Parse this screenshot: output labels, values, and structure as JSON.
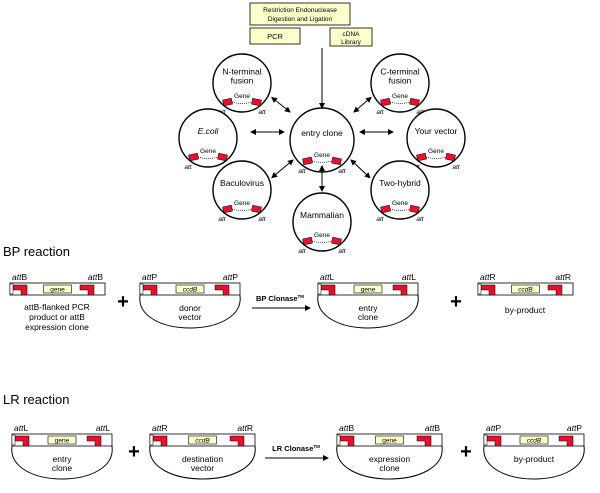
{
  "top": {
    "methods": [
      "Restriction Endonuclease",
      "Digestion and Ligation"
    ],
    "pcr": "PCR",
    "cdna": [
      "cDNA",
      "Library"
    ]
  },
  "hub": {
    "center": "entry clone",
    "gene": "Gene",
    "att": "att",
    "vectors": [
      [
        "N-terminal",
        "fusion"
      ],
      [
        "C-terminal",
        "fusion"
      ],
      [
        "E.coli"
      ],
      [
        "Your vector"
      ],
      [
        "Baculovirus"
      ],
      [
        "Two-hybrid"
      ],
      [
        "Mammalian"
      ]
    ]
  },
  "bp": {
    "heading": "BP reaction",
    "attB": "attB",
    "attB_sub": "B",
    "attP_sub": "P",
    "attL_sub": "L",
    "attR_sub": "R",
    "att_prefix": "att",
    "gene": "gene",
    "ccdb": "ccdB",
    "pcr_caption": [
      "attB-flanked PCR",
      "product or attB",
      "expression clone"
    ],
    "donor": [
      "donor",
      "vector"
    ],
    "clonase": "BP Clonase",
    "tm": "TM",
    "entry": [
      "entry",
      "clone"
    ],
    "byproduct": "by-product",
    "plus": "+"
  },
  "lr": {
    "heading": "LR reaction",
    "entry": [
      "entry",
      "clone"
    ],
    "dest": [
      "destination",
      "vector"
    ],
    "clonase": "LR Clonase",
    "tm": "TM",
    "expression": [
      "expression",
      "clone"
    ],
    "byproduct": "by-product",
    "plus": "+"
  }
}
